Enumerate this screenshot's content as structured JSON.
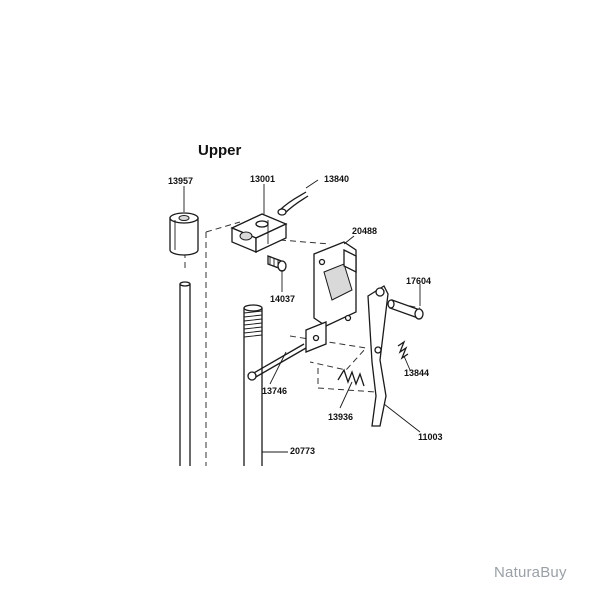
{
  "diagram": {
    "title": "Upper",
    "watermark": "NaturaBuy",
    "part_numbers": {
      "p13957": "13957",
      "p13001": "13001",
      "p13840": "13840",
      "p20488": "20488",
      "p14037": "14037",
      "p17604": "17604",
      "p13844": "13844",
      "p13746": "13746",
      "p13936": "13936",
      "p11003": "11003",
      "p20773": "20773"
    }
  }
}
